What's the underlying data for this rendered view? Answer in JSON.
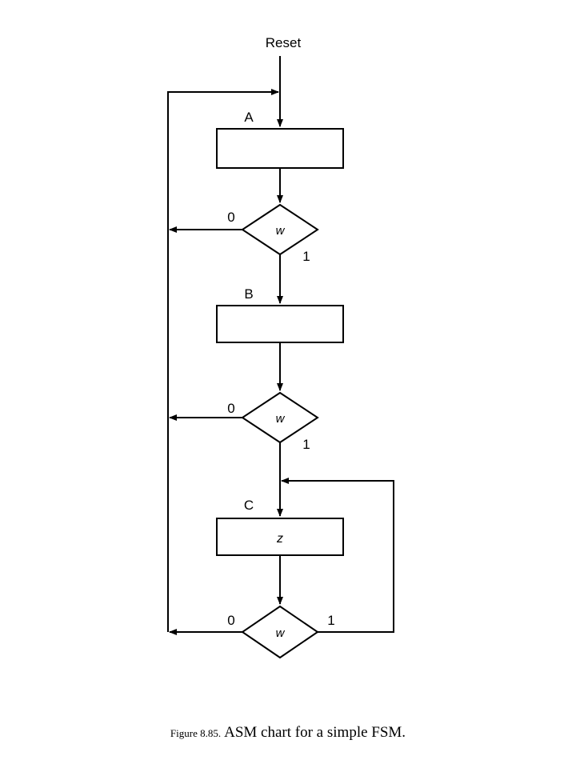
{
  "diagram": {
    "reset_label": "Reset",
    "states": [
      {
        "name": "A",
        "output": ""
      },
      {
        "name": "B",
        "output": ""
      },
      {
        "name": "C",
        "output": "z"
      }
    ],
    "decisions": [
      {
        "condition": "w",
        "false_label": "0",
        "true_label": "1"
      },
      {
        "condition": "w",
        "false_label": "0",
        "true_label": "1"
      },
      {
        "condition": "w",
        "false_label": "0",
        "true_label": "1"
      }
    ]
  },
  "caption": {
    "number": "Figure 8.85.",
    "text": "ASM chart for a simple FSM."
  }
}
